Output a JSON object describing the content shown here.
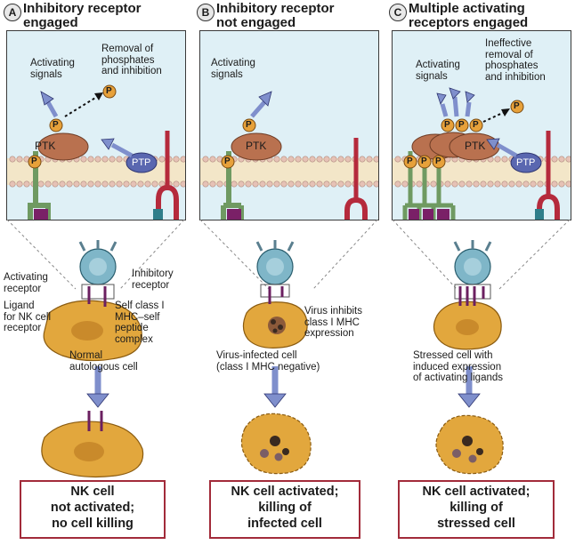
{
  "panels": [
    {
      "letter": "A",
      "title": [
        "Inhibitory receptor",
        "engaged"
      ],
      "box_labels": {
        "activating": [
          "Activating",
          "signals"
        ],
        "removal": [
          "Removal of",
          "phosphates",
          "and inhibition"
        ],
        "ptk": "PTK",
        "ptp": "PTP",
        "p": "P"
      },
      "cell_labels": {
        "activating_receptor": [
          "Activating",
          "receptor"
        ],
        "inhibitory_receptor": [
          "Inhibitory",
          "receptor"
        ],
        "ligand": [
          "Ligand",
          "for NK cell",
          "receptor"
        ],
        "self_mhc": [
          "Self class I",
          "MHC–self",
          "peptide",
          "complex"
        ],
        "target": [
          "Normal",
          "autologous cell"
        ]
      },
      "outcome": [
        "NK cell",
        "not activated;",
        "no cell killing"
      ]
    },
    {
      "letter": "B",
      "title": [
        "Inhibitory receptor",
        "not engaged"
      ],
      "box_labels": {
        "activating": [
          "Activating",
          "signals"
        ],
        "ptk": "PTK",
        "p": "P"
      },
      "cell_labels": {
        "virus": [
          "Virus inhibits",
          "class I MHC",
          "expression"
        ],
        "target": [
          "Virus-infected cell",
          "(class I MHC negative)"
        ]
      },
      "outcome": [
        "NK cell activated;",
        "killing of",
        "infected cell"
      ]
    },
    {
      "letter": "C",
      "title": [
        "Multiple activating",
        "receptors engaged"
      ],
      "box_labels": {
        "activating": [
          "Activating",
          "signals"
        ],
        "removal": [
          "Ineffective",
          "removal of",
          "phosphates",
          "and inhibition"
        ],
        "ptk": "PTK",
        "ptp": "PTP",
        "p": "P"
      },
      "cell_labels": {
        "target": [
          "Stressed cell with",
          "induced expression",
          "of activating ligands"
        ]
      },
      "outcome": [
        "NK cell activated;",
        "killing of",
        "stressed cell"
      ]
    }
  ]
}
